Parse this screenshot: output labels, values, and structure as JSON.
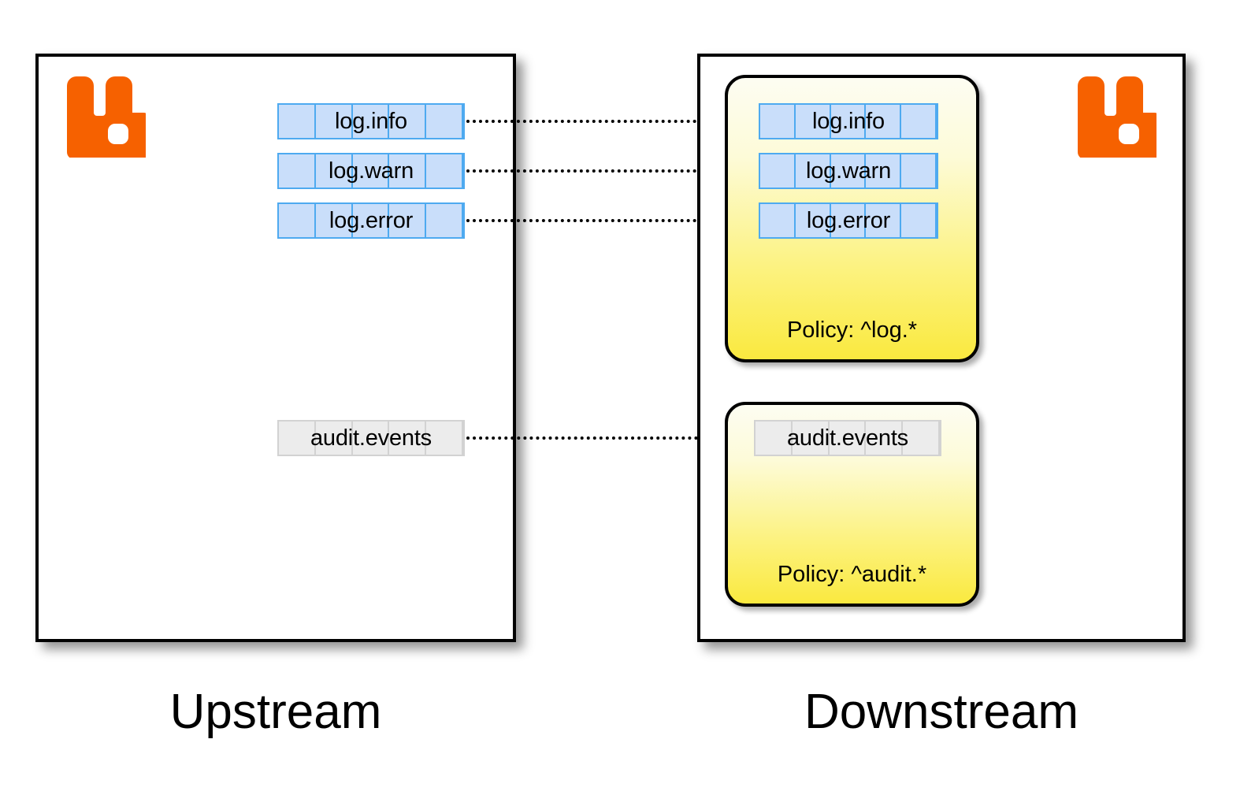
{
  "diagram": {
    "title_upstream": "Upstream",
    "title_downstream": "Downstream",
    "colors": {
      "rabbitmq_orange": "#f66100",
      "queue_blue_fill": "#c9defa",
      "queue_blue_border": "#4eaaf0",
      "queue_grey_fill": "#ececec",
      "queue_grey_border": "#d2d2d2",
      "policy_yellow": "#fae93f",
      "box_border": "#000000",
      "background": "#ffffff"
    }
  },
  "upstream": {
    "label": "Upstream",
    "logo": "rabbitmq-logo",
    "queues": [
      {
        "name": "log.info",
        "style": "blue",
        "cells": 5
      },
      {
        "name": "log.warn",
        "style": "blue",
        "cells": 5
      },
      {
        "name": "log.error",
        "style": "blue",
        "cells": 5
      },
      {
        "name": "audit.events",
        "style": "grey",
        "cells": 5
      }
    ]
  },
  "downstream": {
    "label": "Downstream",
    "logo": "rabbitmq-logo",
    "policies": [
      {
        "label": "Policy: ^log.*",
        "pattern": "^log.*",
        "queues": [
          {
            "name": "log.info",
            "style": "blue",
            "cells": 5
          },
          {
            "name": "log.warn",
            "style": "blue",
            "cells": 5
          },
          {
            "name": "log.error",
            "style": "blue",
            "cells": 5
          }
        ]
      },
      {
        "label": "Policy: ^audit.*",
        "pattern": "^audit.*",
        "queues": [
          {
            "name": "audit.events",
            "style": "grey",
            "cells": 5
          }
        ]
      }
    ]
  },
  "links": [
    {
      "from": "log.info",
      "to": "log.info",
      "style": "dotted-arrow"
    },
    {
      "from": "log.warn",
      "to": "log.warn",
      "style": "dotted-arrow"
    },
    {
      "from": "log.error",
      "to": "log.error",
      "style": "dotted-arrow"
    },
    {
      "from": "audit.events",
      "to": "audit.events",
      "style": "dotted-arrow"
    }
  ]
}
